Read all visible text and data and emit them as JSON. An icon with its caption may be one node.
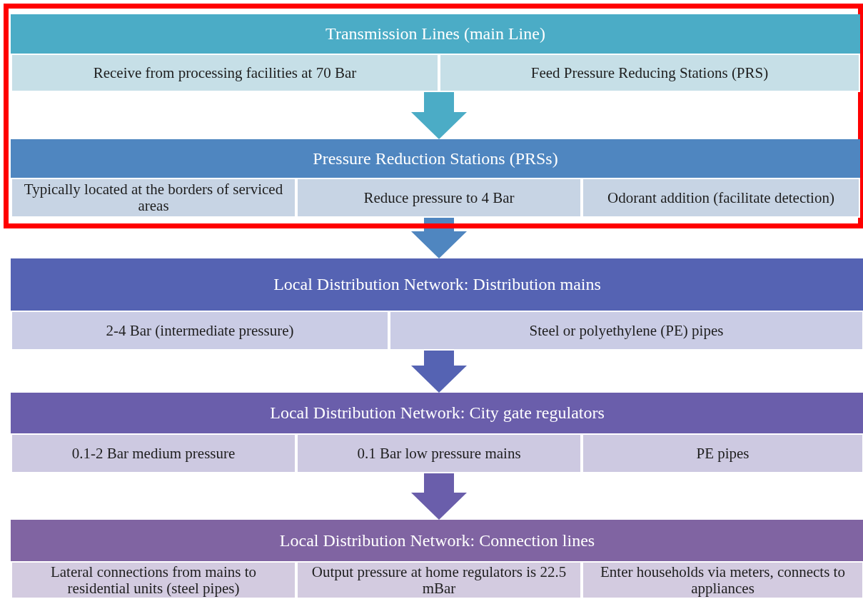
{
  "diagram": {
    "nodes": [
      {
        "text": [],
        "shape": "box"
      },
      {
        "text": [
          "Transmission Lines (main Line)",
          "Receive from processing facilities at 70 Bar",
          "Feed Pressure Reducing Stations (PRS)"
        ],
        "in": 0
      },
      {
        "text": [
          "Pressure Reduction Stations (PRSs)",
          "Typically located at the borders of serviced areas",
          "Reduce pressure to 4 Bar",
          "Odorant addition (facilitate detection)"
        ],
        "in": 0
      },
      {
        "text": [
          "Local Distribution Network: Distribution mains",
          "2-4 Bar (intermediate pressure)",
          "Steel or polyethylene (PE) pipes"
        ]
      },
      {
        "text": [
          "Local Distribution Network: City gate regulators",
          "0.1-2 Bar medium pressure",
          "0.1 Bar low pressure mains",
          "PE pipes"
        ]
      },
      {
        "text": [
          "Local Distribution Network: Connection lines",
          "Lateral connections from mains to residential units (steel pipes)",
          "Output pressure at home regulators is 22.5 mBar",
          "Enter households via meters, connects to appliances"
        ]
      }
    ],
    "edges": [
      {
        "from": 1,
        "to": 2,
        "arrow": "to",
        "color": "#4bacc6"
      },
      {
        "from": 2,
        "to": 3,
        "arrow": "to",
        "color": "#4f86c0"
      },
      {
        "from": 3,
        "to": 4,
        "arrow": "to",
        "color": "#5563b3"
      },
      {
        "from": 4,
        "to": 5,
        "arrow": "to",
        "color": "#6a5eab"
      }
    ]
  }
}
